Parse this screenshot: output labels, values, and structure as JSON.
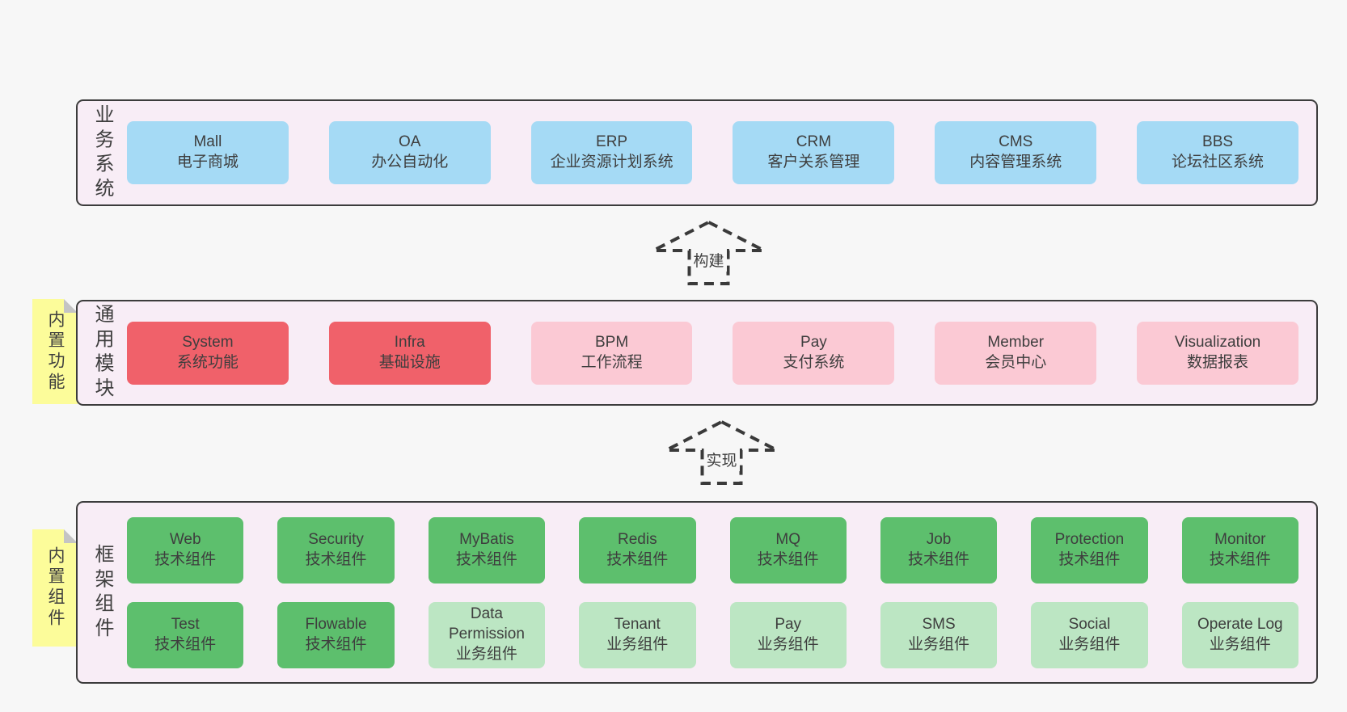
{
  "colors": {
    "page_bg": "#f7f7f7",
    "panel_bg": "#f8edf6",
    "panel_border": "#3c3c3c",
    "text": "#3e3e3e",
    "blue": "#a5daf5",
    "red": "#f0616a",
    "pink": "#fbc9d4",
    "green_dark": "#5dbf6d",
    "green_light": "#bce6c3",
    "note_yellow": "#fcfc9a",
    "note_fold": "#c4c4c4",
    "arrow": "#3a3a3a"
  },
  "arrows": [
    {
      "label": "构建"
    },
    {
      "label": "实现"
    }
  ],
  "layers": [
    {
      "label": "业务系统",
      "boxes": [
        {
          "name": "Mall",
          "desc": "电子商城"
        },
        {
          "name": "OA",
          "desc": "办公自动化"
        },
        {
          "name": "ERP",
          "desc": "企业资源计划系统"
        },
        {
          "name": "CRM",
          "desc": "客户关系管理"
        },
        {
          "name": "CMS",
          "desc": "内容管理系统"
        },
        {
          "name": "BBS",
          "desc": "论坛社区系统"
        }
      ]
    },
    {
      "label": "通用模块",
      "note": "内置功能",
      "boxes": [
        {
          "name": "System",
          "desc": "系统功能"
        },
        {
          "name": "Infra",
          "desc": "基础设施"
        },
        {
          "name": "BPM",
          "desc": "工作流程"
        },
        {
          "name": "Pay",
          "desc": "支付系统"
        },
        {
          "name": "Member",
          "desc": "会员中心"
        },
        {
          "name": "Visualization",
          "desc": "数据报表"
        }
      ]
    },
    {
      "label": "框架组件",
      "note": "内置组件",
      "rows": [
        [
          {
            "name": "Web",
            "desc": "技术组件"
          },
          {
            "name": "Security",
            "desc": "技术组件"
          },
          {
            "name": "MyBatis",
            "desc": "技术组件"
          },
          {
            "name": "Redis",
            "desc": "技术组件"
          },
          {
            "name": "MQ",
            "desc": "技术组件"
          },
          {
            "name": "Job",
            "desc": "技术组件"
          },
          {
            "name": "Protection",
            "desc": "技术组件"
          },
          {
            "name": "Monitor",
            "desc": "技术组件"
          }
        ],
        [
          {
            "name": "Test",
            "desc": "技术组件"
          },
          {
            "name": "Flowable",
            "desc": "技术组件"
          },
          {
            "name": "Data Permission",
            "desc": "业务组件"
          },
          {
            "name": "Tenant",
            "desc": "业务组件"
          },
          {
            "name": "Pay",
            "desc": "业务组件"
          },
          {
            "name": "SMS",
            "desc": "业务组件"
          },
          {
            "name": "Social",
            "desc": "业务组件"
          },
          {
            "name": "Operate Log",
            "desc": "业务组件"
          }
        ]
      ]
    }
  ]
}
